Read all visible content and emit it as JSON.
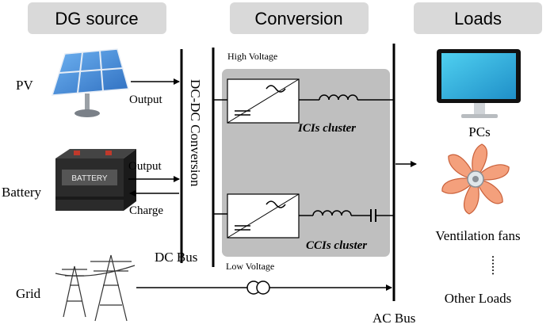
{
  "headers": {
    "dg_source": "DG source",
    "conversion": "Conversion",
    "loads": "Loads"
  },
  "sources": {
    "pv": "PV",
    "battery": "Battery",
    "grid": "Grid"
  },
  "flows": {
    "pv_output": "Output",
    "battery_output": "Output",
    "battery_charge": "Charge"
  },
  "conversion": {
    "dcdc": "DC-DC Conversion",
    "dc_bus": "DC Bus",
    "high_voltage": "High Voltage",
    "low_voltage": "Low  Voltage",
    "ici_cluster": "ICIs cluster",
    "cci_cluster": "CCIs cluster",
    "ac_bus": "AC Bus"
  },
  "loads": {
    "pcs": "PCs",
    "fans": "Ventilation fans",
    "other": "Other Loads",
    "ellipsis": "......"
  },
  "battery_label": "BATTERY",
  "colors": {
    "header_bg": "#d9d9d9",
    "converter_panel": "#bfbfbf",
    "pv_panel": "#3f86d6",
    "fan_blade": "#f4a07c",
    "battery_body": "#2b2b2b"
  }
}
